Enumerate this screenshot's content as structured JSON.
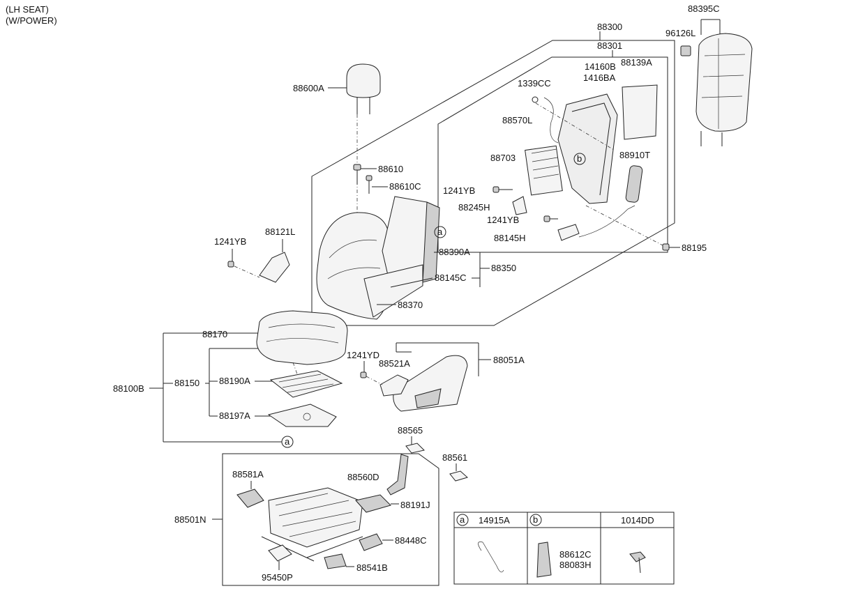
{
  "header": {
    "line1": "(LH SEAT)",
    "line2": "(W/POWER)"
  },
  "labels": {
    "p88395C": "88395C",
    "p96126L": "96126L",
    "p88300": "88300",
    "p88301": "88301",
    "p14160B": "14160B",
    "p1416BA": "1416BA",
    "p88139A": "88139A",
    "p1339CC": "1339CC",
    "p88570L": "88570L",
    "p88703": "88703",
    "p88910T": "88910T",
    "p1241YB_a": "1241YB",
    "p88245H": "88245H",
    "p1241YB_b": "1241YB",
    "p88145H": "88145H",
    "p88195": "88195",
    "p88600A": "88600A",
    "p88610": "88610",
    "p88610C": "88610C",
    "p88121L": "88121L",
    "p1241YB_c": "1241YB",
    "p88390A": "88390A",
    "p88350": "88350",
    "p88145C": "88145C",
    "p88370": "88370",
    "p88170": "88170",
    "p1241YD": "1241YD",
    "p88521A": "88521A",
    "p88051A": "88051A",
    "p88100B": "88100B",
    "p88150": "88150",
    "p88190A": "88190A",
    "p88197A": "88197A",
    "p88565": "88565",
    "p88561": "88561",
    "p88581A": "88581A",
    "p88560D": "88560D",
    "p88191J": "88191J",
    "p88501N": "88501N",
    "p88448C": "88448C",
    "p88541B": "88541B",
    "p95450P": "95450P"
  },
  "callouts": {
    "a": "a",
    "b": "b"
  },
  "legend": {
    "col_a_letter": "a",
    "col_a_part": "14915A",
    "col_b_letter": "b",
    "col_b_part1": "88612C",
    "col_b_part2": "88083H",
    "col_c_part": "1014DD"
  }
}
